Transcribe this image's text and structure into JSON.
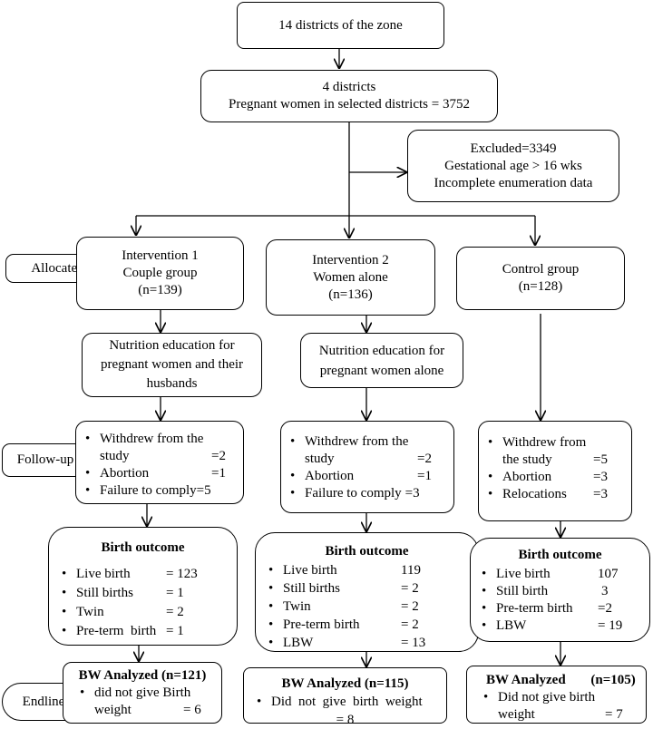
{
  "top": {
    "line1": "14 districts of the zone"
  },
  "selected": {
    "line1": "4 districts",
    "line2": "Pregnant women in selected districts = 3752"
  },
  "excluded": {
    "line1": "Excluded=3349",
    "line2": "Gestational age > 16 wks",
    "line3": "Incomplete enumeration data"
  },
  "labels": {
    "allocated": "Allocated",
    "followup": "Follow-up",
    "endline": "Endline"
  },
  "groups": [
    {
      "name": "Intervention 1",
      "desc": "Couple group",
      "n": "(n=139)",
      "education": [
        "Nutrition education for",
        "pregnant women and their",
        "husbands"
      ],
      "followup": [
        {
          "label": "Withdrew from the",
          "value": ""
        },
        {
          "label": "study",
          "value": "=2"
        },
        {
          "label": "Abortion",
          "value": "=1"
        },
        {
          "label": "Failure to comply",
          "value": "=5"
        }
      ],
      "outcome_title": "Birth outcome",
      "outcome": [
        {
          "label": "Live birth",
          "value": "= 123"
        },
        {
          "label": "Still births",
          "value": "= 1"
        },
        {
          "label": "Twin",
          "value": "= 2"
        },
        {
          "label": "Pre-term  birth",
          "value": "= 1"
        }
      ],
      "bw_title": "BW Analyzed (n=121)",
      "bw_note": [
        "did not give Birth",
        "weight",
        "= 6"
      ]
    },
    {
      "name": "Intervention 2",
      "desc": "Women alone",
      "n": "(n=136)",
      "education": [
        "Nutrition education for",
        "pregnant women alone"
      ],
      "followup": [
        {
          "label": "Withdrew from the",
          "value": ""
        },
        {
          "label": "study",
          "value": "=2"
        },
        {
          "label": "Abortion",
          "value": "=1"
        },
        {
          "label": "Failure to comply",
          "value": "=3"
        }
      ],
      "outcome_title": "Birth outcome",
      "outcome": [
        {
          "label": "Live birth",
          "value": "119"
        },
        {
          "label": "Still births",
          "value": "= 2"
        },
        {
          "label": "Twin",
          "value": "= 2"
        },
        {
          "label": "Pre-term birth",
          "value": "= 2"
        },
        {
          "label": "LBW",
          "value": "= 13"
        }
      ],
      "bw_title": "BW Analyzed (n=115)",
      "bw_note": [
        "Did  not  give  birth  weight",
        "= 8"
      ]
    },
    {
      "name": "Control group",
      "desc": "",
      "n": "(n=128)",
      "followup": [
        {
          "label": "Withdrew from",
          "value": ""
        },
        {
          "label": "the study",
          "value": "=5"
        },
        {
          "label": "Abortion",
          "value": "=3"
        },
        {
          "label": "Relocations",
          "value": "=3"
        }
      ],
      "outcome_title": "Birth outcome",
      "outcome": [
        {
          "label": "Live birth",
          "value": "107"
        },
        {
          "label": "Still birth",
          "value": "3"
        },
        {
          "label": "Pre-term birth",
          "value": "=2"
        },
        {
          "label": "LBW",
          "value": "= 19"
        }
      ],
      "bw_title": "BW Analyzed",
      "bw_title_n": "(n=105)",
      "bw_note": [
        "Did not give birth",
        "weight",
        "= 7"
      ]
    }
  ]
}
